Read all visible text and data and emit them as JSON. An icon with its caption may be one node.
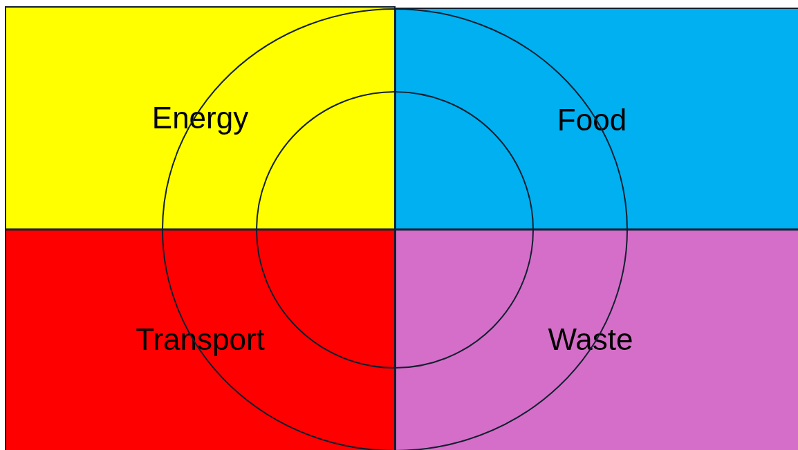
{
  "diagram": {
    "nodes": [
      {
        "text": [
          "Energy"
        ]
      },
      {
        "text": [
          "Food"
        ]
      },
      {
        "text": [
          "Transport"
        ]
      },
      {
        "text": [
          "Waste"
        ]
      },
      {
        "text": [],
        "shape": "circle"
      },
      {
        "text": [],
        "shape": "circle",
        "in": 4
      }
    ]
  }
}
